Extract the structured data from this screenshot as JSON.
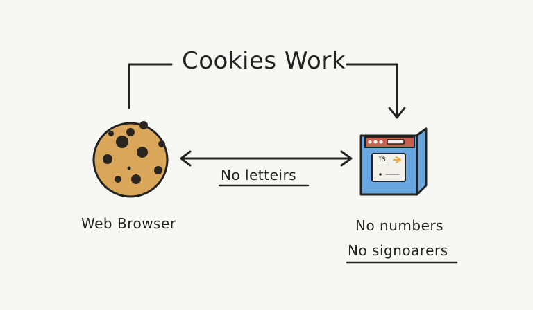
{
  "diagram": {
    "title": "Cookies Work",
    "arrow_label": "No letteirs",
    "browser_label": "Web Browser",
    "server_labels": [
      "No numbers",
      "No signoarers"
    ],
    "server_screen_text": "IS"
  },
  "colors": {
    "background": "#f7f7f4",
    "ink": "#222222",
    "cookie_fill": "#d9a65a",
    "cookie_chip": "#2b2520",
    "server_blue": "#6aa7e0",
    "server_red": "#c95f4c",
    "server_panel": "#f3f1eb",
    "arrow_orange": "#f0a93a"
  },
  "icons": {
    "browser": "cookie-icon",
    "server": "server-window-icon"
  }
}
